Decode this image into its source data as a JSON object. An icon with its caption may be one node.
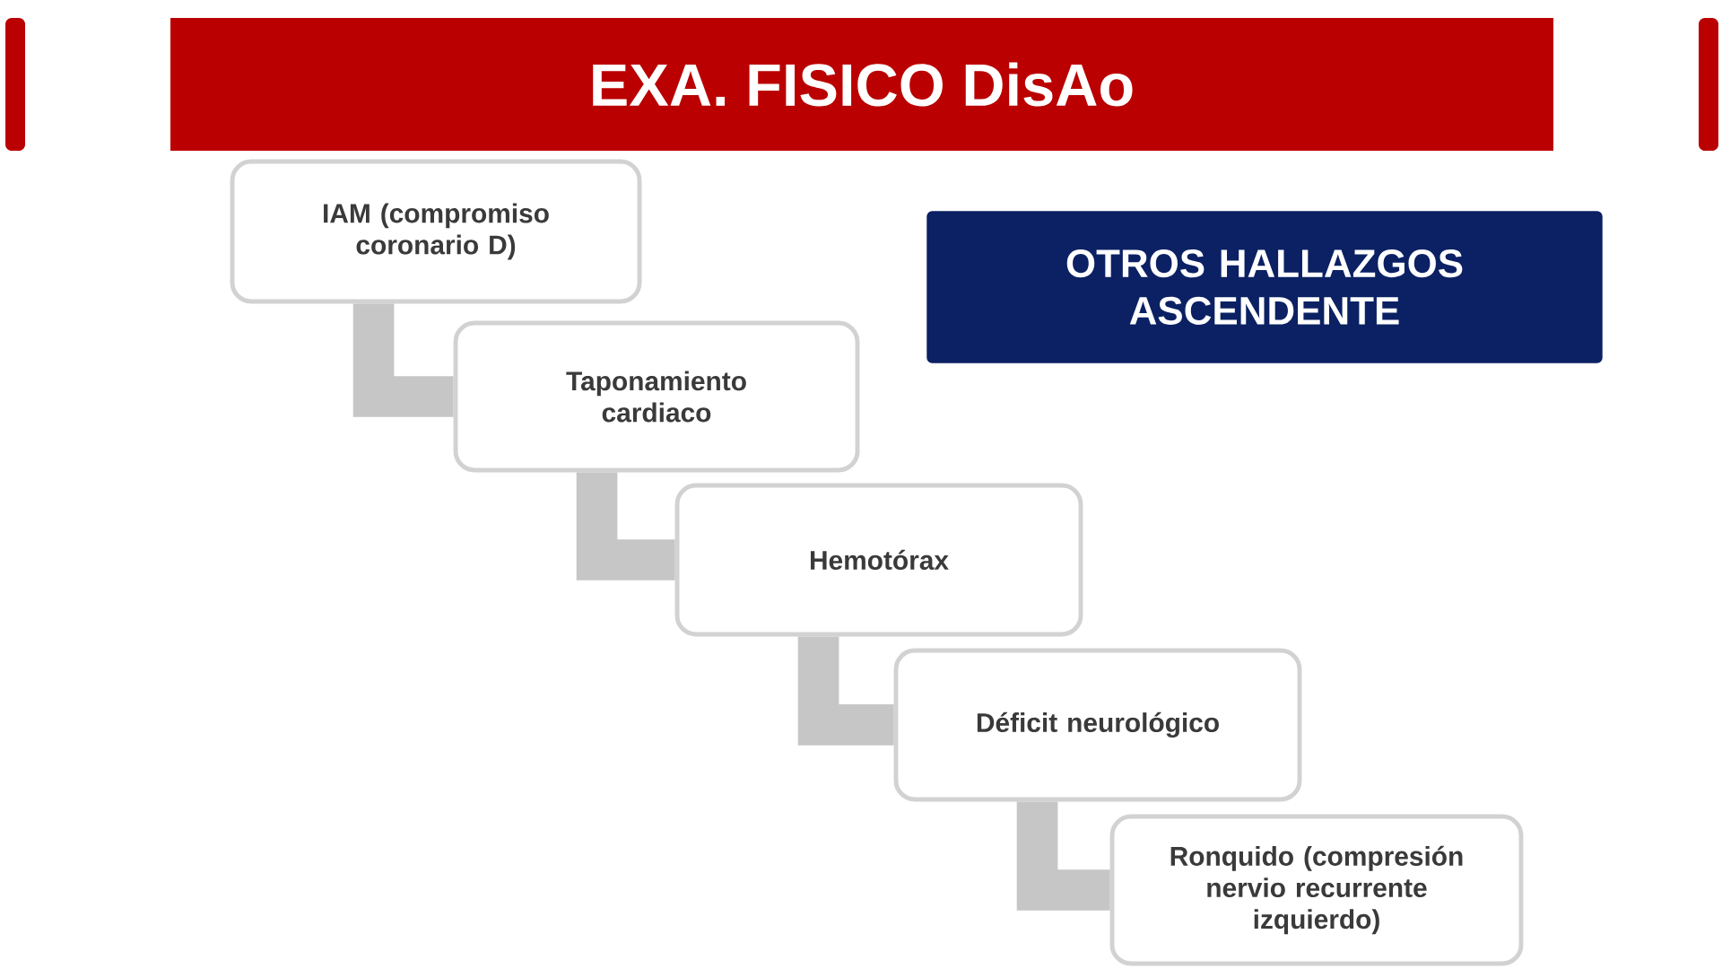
{
  "diagram": {
    "title": "EXA. FISICO DisAo",
    "nodes": [
      {
        "text": [
          "IAM (compromiso coronario D)"
        ]
      },
      {
        "text": [
          "Taponamiento cardiaco"
        ]
      },
      {
        "text": [
          "Hemotórax"
        ]
      },
      {
        "text": [
          "Déficit neurológico"
        ]
      },
      {
        "text": [
          "Ronquido (compresión nervio recurrente izquierdo)"
        ]
      },
      {
        "text": [
          "OTROS HALLAZGOS ASCENDENTE"
        ]
      }
    ],
    "edges": [
      {
        "from": 0,
        "to": 1,
        "arrow": "none"
      },
      {
        "from": 1,
        "to": 2,
        "arrow": "none"
      },
      {
        "from": 2,
        "to": 3,
        "arrow": "none"
      },
      {
        "from": 3,
        "to": 4,
        "arrow": "none"
      }
    ]
  }
}
